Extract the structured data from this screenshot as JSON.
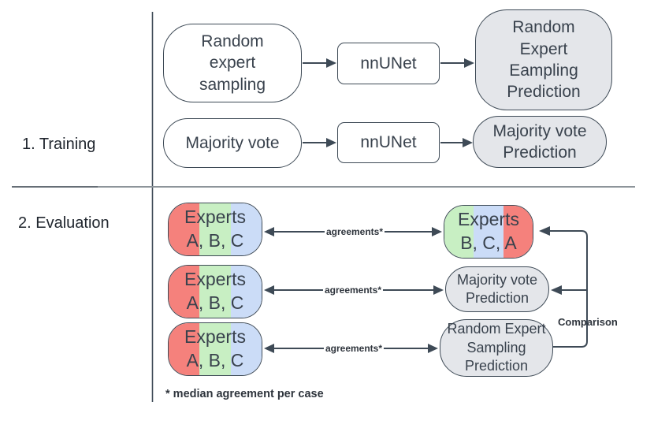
{
  "colors": {
    "line": "#3e4a56",
    "shape_text": "#39424d",
    "label_text": "#20262e",
    "small_text": "#2e343c",
    "gray_fill": "#e4e6ea",
    "red": "#f5817c",
    "green": "#c8efc3",
    "blue": "#cbdcf7",
    "divider": "#8d949a",
    "divider_dark": "#666e76",
    "white": "#ffffff"
  },
  "sections": {
    "training_label": "1. Training",
    "evaluation_label": "2. Evaluation"
  },
  "training": {
    "random_expert_sampling": "Random\nexpert\nsampling",
    "majority_vote": "Majority vote",
    "nnunet_top": "nnUNet",
    "nnunet_bottom": "nnUNet",
    "random_expert_sampling_prediction": "Random\nExpert\nEampling\nPrediction",
    "majority_vote_prediction": "Majority vote\nPrediction"
  },
  "evaluation": {
    "experts_abc": "Experts\nA, B, C",
    "experts_bca": "Experts\nB, C, A",
    "majority_vote_prediction": "Majority vote\nPrediction",
    "random_expert_sampling_prediction": "Random Expert\nSampling\nPrediction",
    "agreements_label": "agreements*",
    "comparison_label": "Comparison",
    "footnote": "* median agreement per case"
  }
}
